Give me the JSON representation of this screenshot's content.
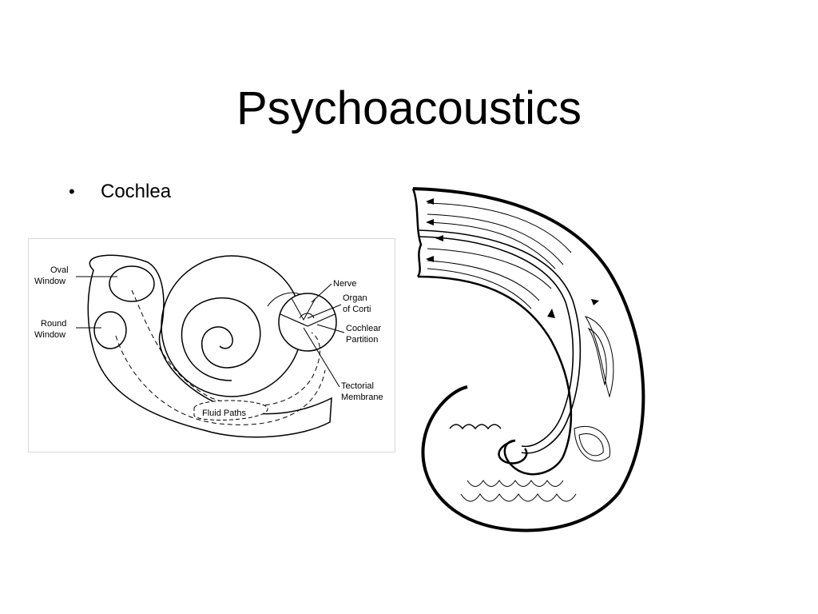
{
  "slide": {
    "title": "Psychoacoustics",
    "bullets": [
      "Cochlea"
    ]
  },
  "diagram_left": {
    "labels": {
      "oval_window_1": "Oval",
      "oval_window_2": "Window",
      "round_window_1": "Round",
      "round_window_2": "Window",
      "nerve": "Nerve",
      "organ_1": "Organ",
      "organ_2": "of Corti",
      "cochlear_1": "Cochlear",
      "cochlear_2": "Partition",
      "tectorial_1": "Tectorial",
      "tectorial_2": "Membrane",
      "fluid_paths": "Fluid Paths"
    }
  }
}
